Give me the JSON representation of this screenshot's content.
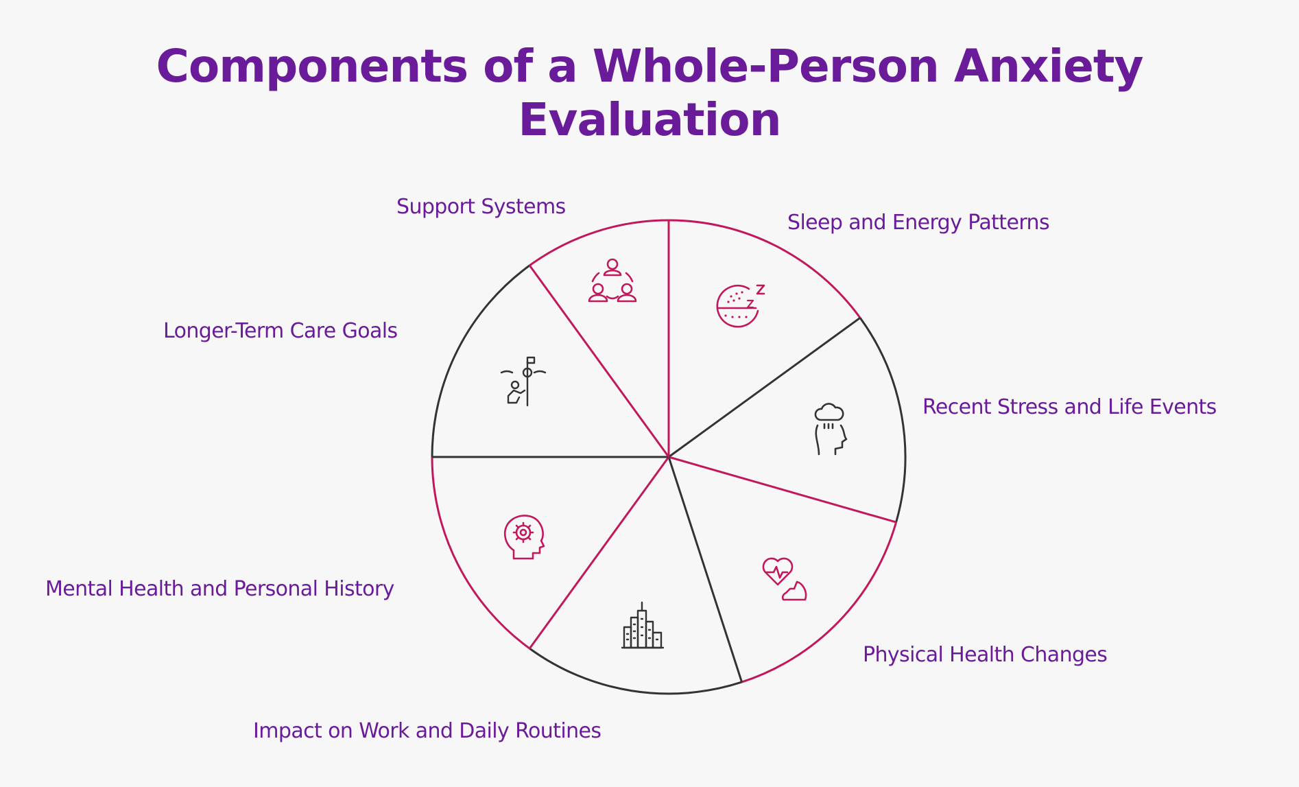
{
  "title": {
    "line1": "Components of a Whole-Person Anxiety",
    "line2": "Evaluation"
  },
  "colors": {
    "accent": "#c2185b",
    "dark": "#333333",
    "text": "#6a1b9a",
    "background": "#f7f7f8"
  },
  "segments": [
    {
      "label": "Support Systems",
      "icon": "team-network-icon"
    },
    {
      "label": "Sleep and Energy Patterns",
      "icon": "sleep-icon"
    },
    {
      "label": "Recent Stress and Life Events",
      "icon": "stress-cloud-head-icon"
    },
    {
      "label": "Physical Health Changes",
      "icon": "heart-muscle-icon"
    },
    {
      "label": "Impact on Work and Daily Routines",
      "icon": "city-buildings-icon"
    },
    {
      "label": "Mental Health and Personal History",
      "icon": "head-gear-icon"
    },
    {
      "label": "Longer-Term Care Goals",
      "icon": "goal-flag-climber-icon"
    }
  ]
}
